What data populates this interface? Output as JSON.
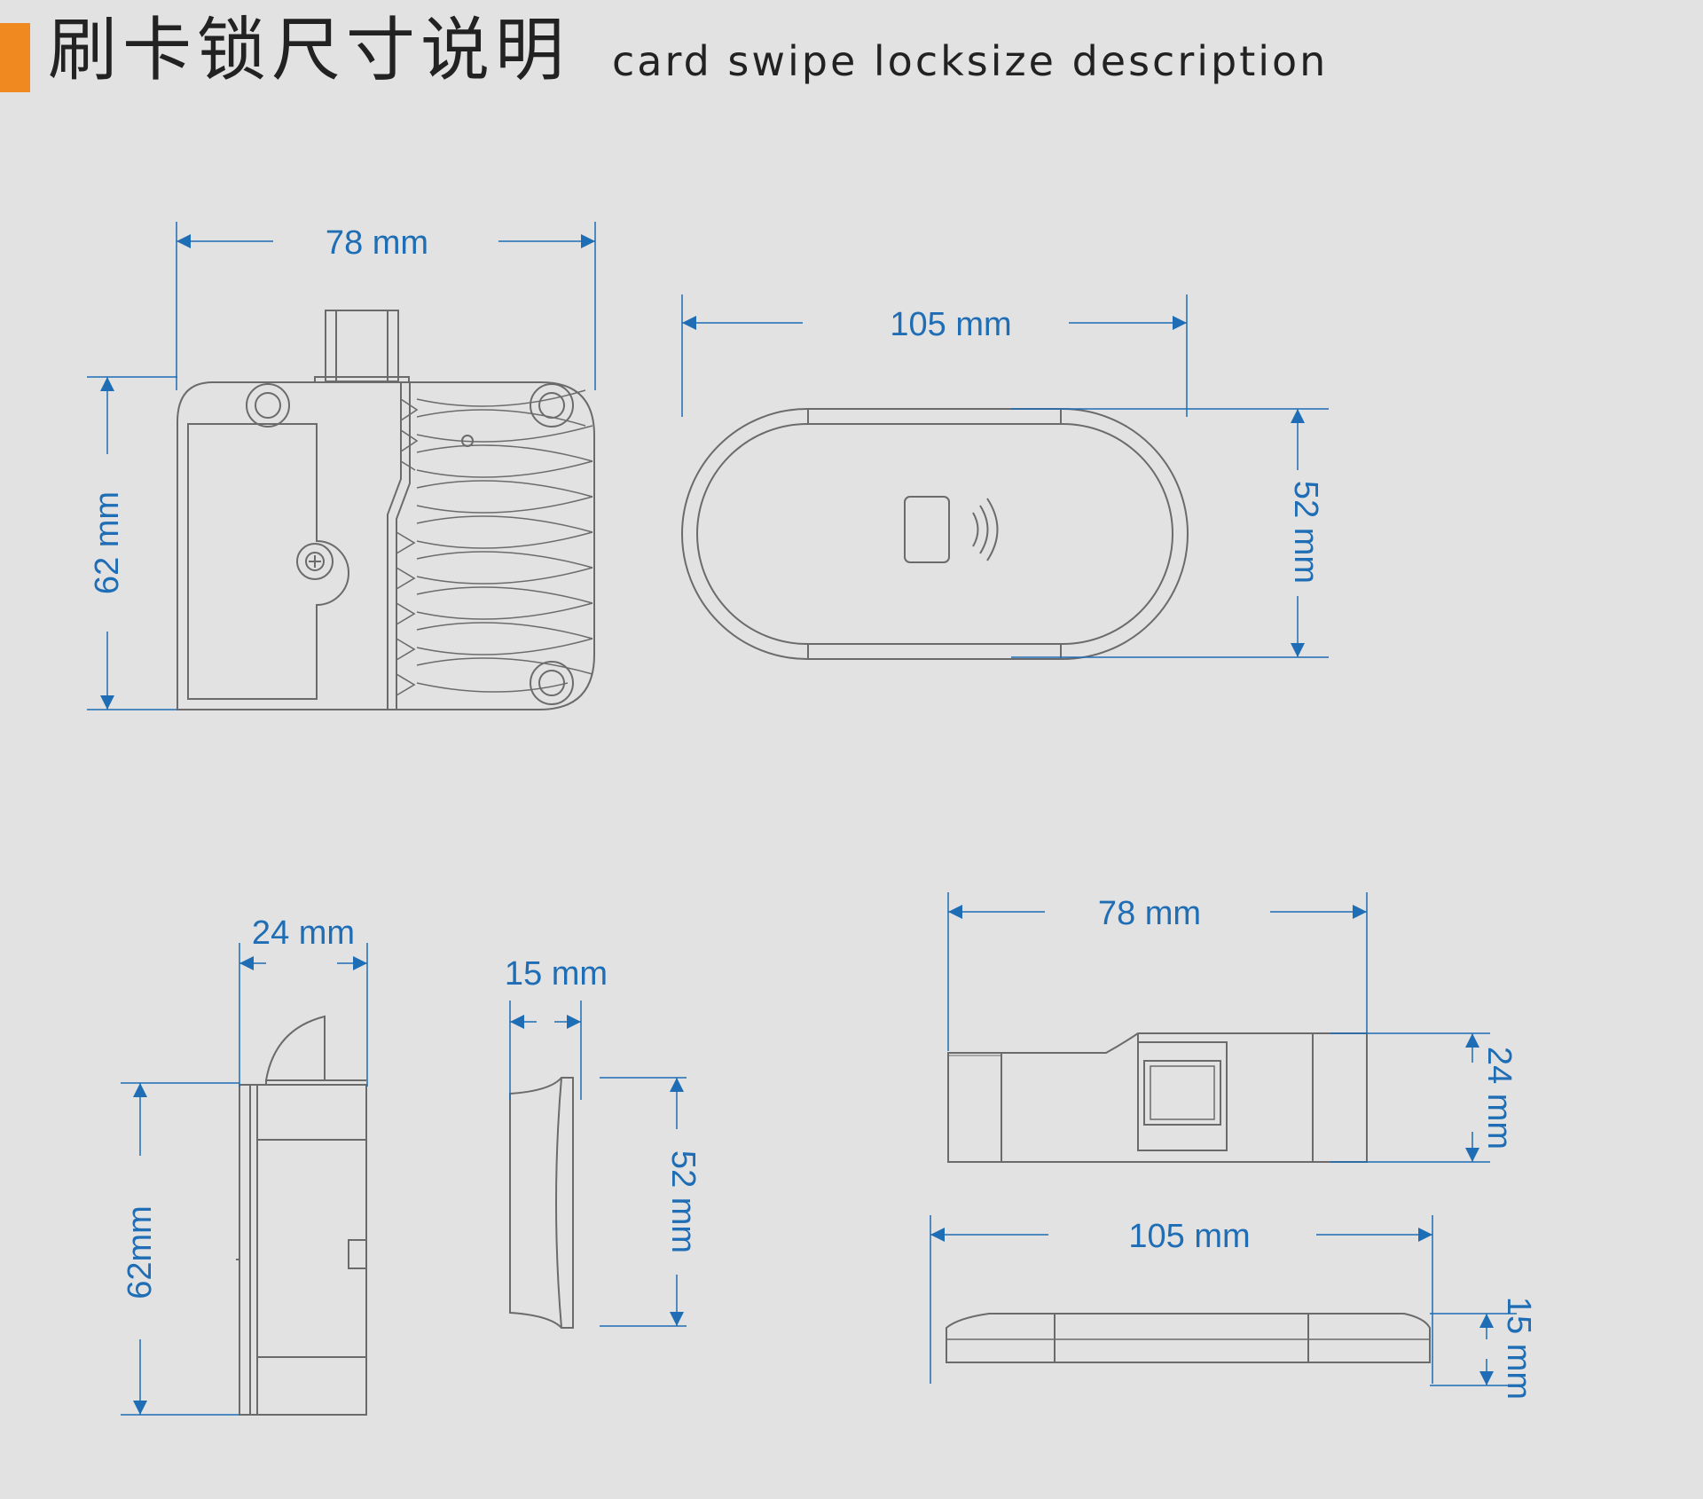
{
  "header": {
    "title_cn": "刷卡锁尺寸说明",
    "title_en": "card swipe locksize description",
    "accent_color": "#f0891f"
  },
  "colors": {
    "dimension": "#1e6db5",
    "outline": "#6b6b6b",
    "background": "#e1e2e1"
  },
  "views": {
    "back_view": {
      "width_label": "78 mm",
      "height_label": "62 mm"
    },
    "front_view": {
      "width_label": "105 mm",
      "height_label": "52 mm",
      "icon": "rfid-card-icon"
    },
    "side_view_lock": {
      "width_label": "24 mm",
      "height_label": "62mm"
    },
    "side_view_reader": {
      "width_label": "15 mm",
      "height_label": "52 mm"
    },
    "top_view_lock": {
      "width_label": "78 mm",
      "height_label": "24 mm"
    },
    "top_view_reader": {
      "width_label": "105 mm",
      "height_label": "15 mm"
    }
  }
}
